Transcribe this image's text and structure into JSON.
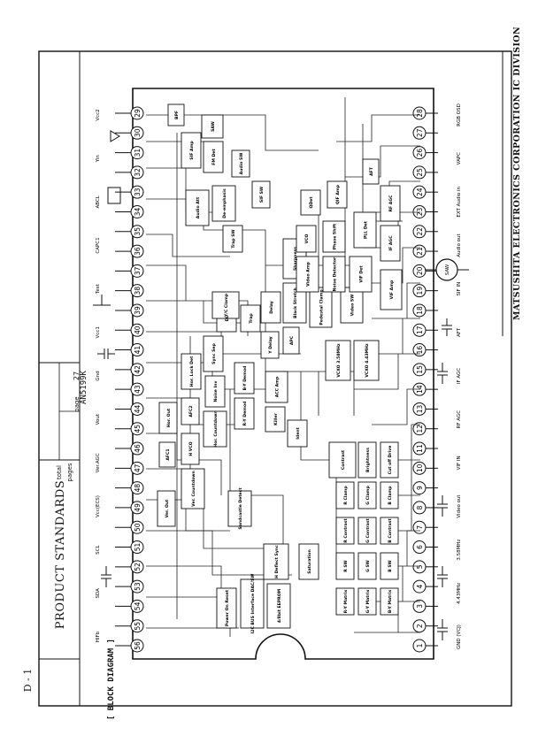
{
  "header": {
    "section": "D - 1",
    "title": "PRODUCT STANDARDS",
    "part_number": "AN5199K",
    "total_pages_label": "total pages",
    "page_label": "page",
    "page_number": "27",
    "sheet_label": "[ BLOCK DIAGRAM ]"
  },
  "footer": {
    "company": "MATSUSHITA ELECTRONICS CORPORATION   IC DIVISION"
  },
  "diagram": {
    "pin_numbers": [
      "1",
      "2",
      "3",
      "4",
      "5",
      "6",
      "7",
      "8",
      "9",
      "10",
      "11",
      "12",
      "13",
      "14",
      "15",
      "16",
      "17",
      "18",
      "19",
      "20",
      "21",
      "22",
      "23",
      "24",
      "25",
      "26",
      "27",
      "28",
      "29",
      "30",
      "31",
      "32",
      "33",
      "34",
      "35",
      "36",
      "37",
      "38",
      "39",
      "40",
      "41",
      "42",
      "43",
      "44",
      "45",
      "46",
      "47",
      "48",
      "49",
      "50",
      "51",
      "52",
      "53",
      "54",
      "55",
      "56"
    ],
    "blocks": [
      {
        "label": "Power On Reset"
      },
      {
        "label": "I2C BUS Interface DAC/SW"
      },
      {
        "label": "4/8bit EEPROM"
      },
      {
        "label": "H Deflect Sync"
      },
      {
        "label": "Saturation"
      },
      {
        "label": "R-Y Matrix"
      },
      {
        "label": "G-Y Matrix"
      },
      {
        "label": "B-Y Matrix"
      },
      {
        "label": "R SW"
      },
      {
        "label": "G SW"
      },
      {
        "label": "B SW"
      },
      {
        "label": "R Contrast"
      },
      {
        "label": "G Contrast"
      },
      {
        "label": "B Contrast"
      },
      {
        "label": "R Clamp"
      },
      {
        "label": "G Clamp"
      },
      {
        "label": "B Clamp"
      },
      {
        "label": "Contrast"
      },
      {
        "label": "Brightness"
      },
      {
        "label": "Cut off Drive"
      },
      {
        "label": "Sandcastle Detect"
      },
      {
        "label": "Hor. Countdown"
      },
      {
        "label": "Ver. Countdown"
      },
      {
        "label": "Ver. Out"
      },
      {
        "label": "H VCO"
      },
      {
        "label": "Hor. Out"
      },
      {
        "label": "AFC1"
      },
      {
        "label": "AFC2"
      },
      {
        "label": "Hor. Lock Det"
      },
      {
        "label": "Sync Sep"
      },
      {
        "label": "Noise Inv"
      },
      {
        "label": "B-Y Demod"
      },
      {
        "label": "R-Y Demod"
      },
      {
        "label": "Killer"
      },
      {
        "label": "Ident"
      },
      {
        "label": "ACC Amp"
      },
      {
        "label": "APC"
      },
      {
        "label": "VCXO 3.58MHz"
      },
      {
        "label": "VCXO 4.43MHz"
      },
      {
        "label": "Y Delay"
      },
      {
        "label": "Black Stretch"
      },
      {
        "label": "Sharpness"
      },
      {
        "label": "Pedestal Clamp"
      },
      {
        "label": "Trap"
      },
      {
        "label": "DL"
      },
      {
        "label": "Delay"
      },
      {
        "label": "Y/C Clamp"
      },
      {
        "label": "Video SW"
      },
      {
        "label": "Video Amp"
      },
      {
        "label": "Noise Detector"
      },
      {
        "label": "VIF Det"
      },
      {
        "label": "PLL Det"
      },
      {
        "label": "AFT"
      },
      {
        "label": "RF AGC"
      },
      {
        "label": "IF AGC"
      },
      {
        "label": "VIF Amp"
      },
      {
        "label": "Phase Shift"
      },
      {
        "label": "VCO"
      },
      {
        "label": "QIF Amp"
      },
      {
        "label": "QDet"
      },
      {
        "label": "SIF Amp"
      },
      {
        "label": "FM Det"
      },
      {
        "label": "Audio SW"
      },
      {
        "label": "Audio Att"
      },
      {
        "label": "De-emphasis"
      },
      {
        "label": "SIF SW"
      },
      {
        "label": "Trap SW"
      },
      {
        "label": "BPF"
      },
      {
        "label": "SAW"
      }
    ],
    "pin_labels": [
      {
        "label": "HIFb"
      },
      {
        "label": "SDA"
      },
      {
        "label": "SCL"
      },
      {
        "label": "Vcc(ECS)"
      },
      {
        "label": "Ver.AGC"
      },
      {
        "label": "Vout"
      },
      {
        "label": "Gnd"
      },
      {
        "label": "Vcc1"
      },
      {
        "label": "Test"
      },
      {
        "label": "CAPC1"
      },
      {
        "label": "ABCL"
      },
      {
        "label": "Yin"
      },
      {
        "label": "Vcc2"
      },
      {
        "label": "GND (VCJ)"
      },
      {
        "label": "4.43MHz"
      },
      {
        "label": "3.58MHz"
      },
      {
        "label": "Video out"
      },
      {
        "label": "VIF IN"
      },
      {
        "label": "RF AGC"
      },
      {
        "label": "IF AGC"
      },
      {
        "label": "AFT"
      },
      {
        "label": "SIF IN"
      },
      {
        "label": "Audio out"
      },
      {
        "label": "EXT Audio in"
      },
      {
        "label": "VAPC"
      },
      {
        "label": "RGB OSD"
      }
    ]
  }
}
